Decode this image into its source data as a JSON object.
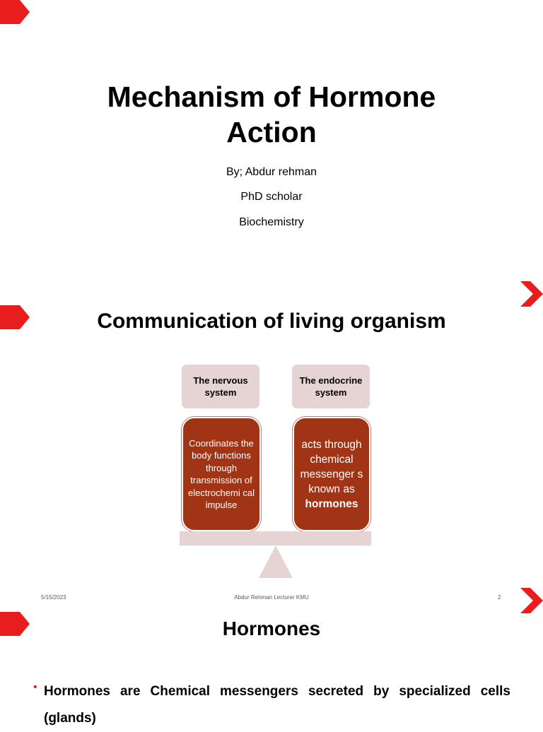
{
  "slide1": {
    "title": "Mechanism of Hormone Action",
    "author": "By; Abdur rehman",
    "position": "PhD scholar",
    "department": "Biochemistry"
  },
  "slide2": {
    "title": "Communication of living organism",
    "left_header": "The nervous system",
    "right_header": "The endocrine system",
    "left_body": "Coordinates the body functions through transmission of electrochemi cal impulse",
    "right_body_pre": "acts through chemical messenger s known as ",
    "right_body_bold": "hormones",
    "footer_date": "5/15/2023",
    "footer_center": "Abdur Rehman Lecturer KMU",
    "footer_page": "2"
  },
  "slide3": {
    "title": "Hormones",
    "bullet": "Hormones are Chemical messengers secreted by specialized cells (glands)"
  },
  "colors": {
    "accent_red": "#e81e1e",
    "box_red": "#a23416",
    "box_pink": "#e6d3d3"
  },
  "icons": {
    "chevron": "chevron-right-icon",
    "arrow_tab": "red-arrow-tab-icon"
  }
}
